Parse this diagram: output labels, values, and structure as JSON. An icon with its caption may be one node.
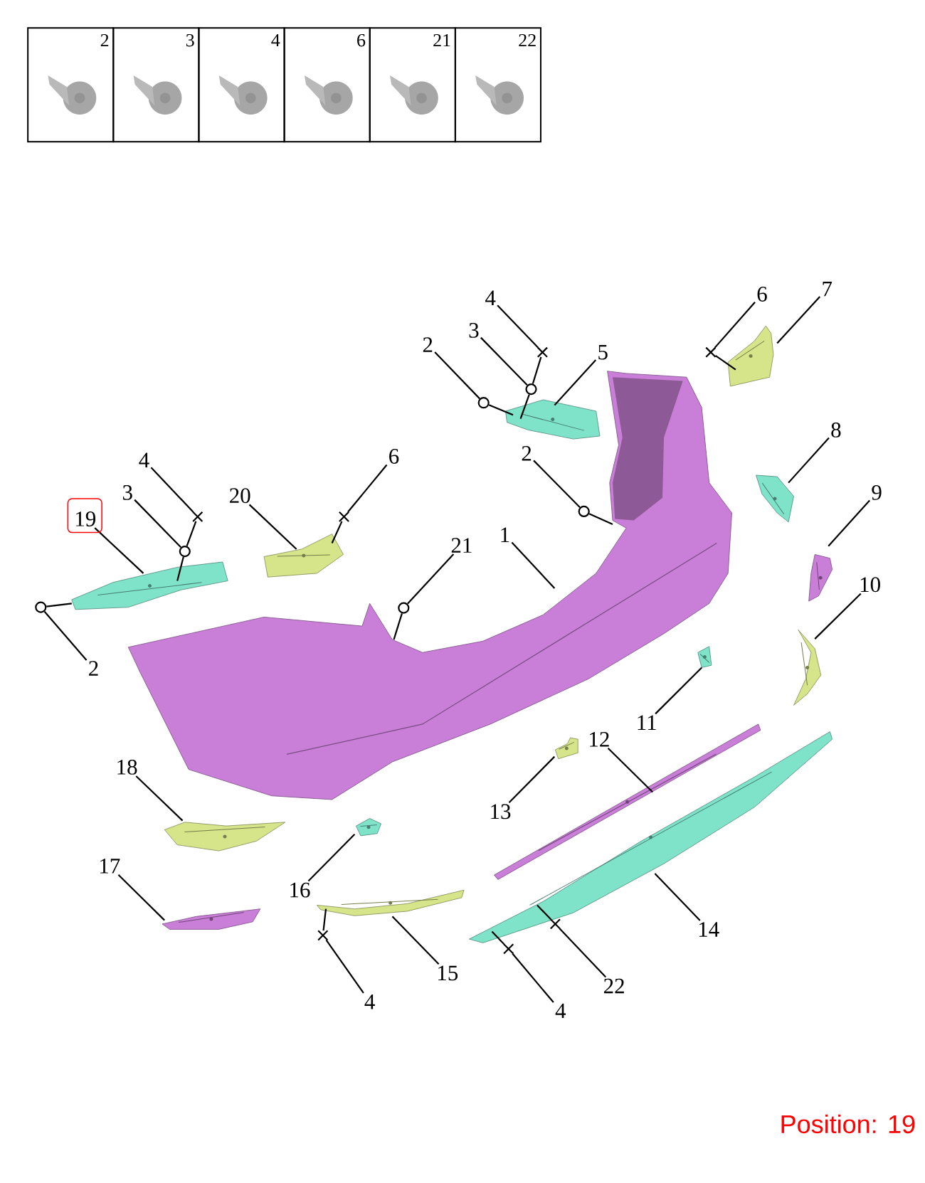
{
  "diagram": {
    "nodes": [
      {
        "text": [
          "2"
        ]
      },
      {
        "text": [
          "3"
        ]
      },
      {
        "text": [
          "4"
        ]
      },
      {
        "text": [
          "6"
        ]
      },
      {
        "text": [
          "21"
        ]
      },
      {
        "text": [
          "22"
        ]
      },
      {
        "text": [
          "7"
        ]
      },
      {
        "text": [
          "6"
        ]
      },
      {
        "text": [
          "4"
        ]
      },
      {
        "text": [
          "3"
        ]
      },
      {
        "text": [
          "2"
        ]
      },
      {
        "text": [
          "5"
        ]
      },
      {
        "text": [],
        "shape": "cross"
      },
      {
        "text": [],
        "shape": "cross"
      },
      {
        "text": [],
        "shape": "picture"
      },
      {
        "text": [],
        "shape": "circle"
      },
      {
        "text": [],
        "shape": "circle"
      },
      {
        "text": [],
        "shape": "picture"
      },
      {
        "text": [
          "8"
        ]
      },
      {
        "text": [
          "2"
        ]
      },
      {
        "text": [
          "6"
        ]
      },
      {
        "text": [
          "4"
        ]
      },
      {
        "text": [
          "3"
        ]
      },
      {
        "text": [
          "9"
        ]
      },
      {
        "text": [
          "20"
        ]
      },
      {
        "text": [],
        "shape": "picture"
      },
      {
        "text": [],
        "shape": "circle"
      },
      {
        "text": [],
        "shape": "cross"
      },
      {
        "text": [],
        "shape": "cross"
      },
      {
        "text": [
          "19"
        ]
      },
      {
        "text": [
          "1"
        ]
      },
      {
        "text": [
          "21"
        ]
      },
      {
        "text": [],
        "shape": "circle"
      },
      {
        "text": [],
        "shape": "picture"
      },
      {
        "text": [],
        "shape": "picture"
      },
      {
        "text": [
          "10"
        ]
      },
      {
        "text": [],
        "shape": "picture"
      },
      {
        "text": [],
        "shape": "circle"
      },
      {
        "text": [],
        "shape": "circle"
      },
      {
        "text": [],
        "shape": "picture"
      },
      {
        "text": [],
        "shape": "picture"
      },
      {
        "text": [],
        "shape": "picture"
      },
      {
        "text": [
          "2"
        ]
      },
      {
        "text": [
          "11"
        ]
      },
      {
        "text": [
          "12"
        ]
      },
      {
        "text": [],
        "shape": "picture"
      },
      {
        "text": [],
        "shape": "picture"
      },
      {
        "text": [
          "18"
        ]
      },
      {
        "text": [],
        "shape": "picture"
      },
      {
        "text": [
          "13"
        ]
      },
      {
        "text": [],
        "shape": "picture"
      },
      {
        "text": [],
        "shape": "picture"
      },
      {
        "text": [
          "17"
        ]
      },
      {
        "text": [
          "16"
        ]
      },
      {
        "text": [],
        "shape": "picture"
      },
      {
        "text": [],
        "shape": "picture"
      },
      {
        "text": [],
        "shape": "cross"
      },
      {
        "text": [
          "14"
        ]
      },
      {
        "text": [],
        "shape": "cross"
      },
      {
        "text": [],
        "shape": "cross"
      },
      {
        "text": [
          "15"
        ]
      },
      {
        "text": [
          "22"
        ]
      },
      {
        "text": [
          "4"
        ]
      },
      {
        "text": [
          "4"
        ]
      }
    ],
    "edges": [
      {
        "from": 6,
        "to": 14,
        "arrow": "none"
      },
      {
        "from": 7,
        "to": 13,
        "arrow": "none"
      },
      {
        "from": 8,
        "to": 12,
        "arrow": "none"
      },
      {
        "from": 9,
        "to": 15,
        "arrow": "none"
      },
      {
        "from": 10,
        "to": 16,
        "arrow": "none"
      },
      {
        "from": 11,
        "to": 17,
        "arrow": "none"
      },
      {
        "from": 12,
        "to": 15,
        "arrow": "none"
      },
      {
        "from": 13,
        "to": 14,
        "arrow": "none"
      },
      {
        "from": 15,
        "to": 17,
        "arrow": "none"
      },
      {
        "from": 16,
        "to": 17,
        "arrow": "none"
      },
      {
        "from": 18,
        "to": 25,
        "arrow": "none"
      },
      {
        "from": 19,
        "to": 26,
        "arrow": "none"
      },
      {
        "from": 20,
        "to": 27,
        "arrow": "none"
      },
      {
        "from": 21,
        "to": 28,
        "arrow": "none"
      },
      {
        "from": 22,
        "to": 32,
        "arrow": "none"
      },
      {
        "from": 23,
        "to": 34,
        "arrow": "none"
      },
      {
        "from": 24,
        "to": 33,
        "arrow": "none"
      },
      {
        "from": 26,
        "to": 39,
        "arrow": "none"
      },
      {
        "from": 27,
        "to": 33,
        "arrow": "none"
      },
      {
        "from": 28,
        "to": 32,
        "arrow": "none"
      },
      {
        "from": 29,
        "to": 36,
        "arrow": "none"
      },
      {
        "from": 30,
        "to": 39,
        "arrow": "none"
      },
      {
        "from": 31,
        "to": 38,
        "arrow": "none"
      },
      {
        "from": 32,
        "to": 36,
        "arrow": "none"
      },
      {
        "from": 35,
        "to": 40,
        "arrow": "none"
      },
      {
        "from": 37,
        "to": 36,
        "arrow": "none"
      },
      {
        "from": 38,
        "to": 39,
        "arrow": "none"
      },
      {
        "from": 42,
        "to": 37,
        "arrow": "none"
      },
      {
        "from": 43,
        "to": 41,
        "arrow": "none"
      },
      {
        "from": 44,
        "to": 46,
        "arrow": "none"
      },
      {
        "from": 47,
        "to": 51,
        "arrow": "none"
      },
      {
        "from": 49,
        "to": 45,
        "arrow": "none"
      },
      {
        "from": 52,
        "to": 55,
        "arrow": "none"
      },
      {
        "from": 53,
        "to": 50,
        "arrow": "none"
      },
      {
        "from": 56,
        "to": 48,
        "arrow": "none"
      },
      {
        "from": 57,
        "to": 48,
        "arrow": "none"
      },
      {
        "from": 58,
        "to": 54,
        "arrow": "none"
      },
      {
        "from": 59,
        "to": 48,
        "arrow": "none"
      },
      {
        "from": 60,
        "to": 54,
        "arrow": "none"
      },
      {
        "from": 61,
        "to": 56,
        "arrow": "none"
      },
      {
        "from": 62,
        "to": 58,
        "arrow": "none"
      },
      {
        "from": 63,
        "to": 59,
        "arrow": "none"
      }
    ],
    "labels": [
      "Position: 19"
    ]
  }
}
